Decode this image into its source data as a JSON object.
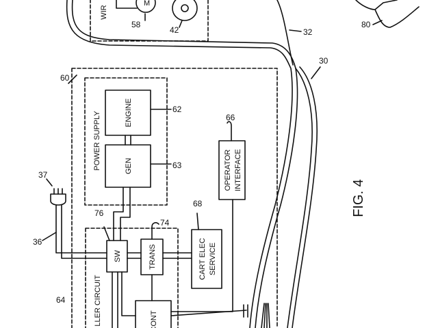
{
  "figure": {
    "caption": "FIG. 4",
    "labels": {
      "power_supply": "POWER SUPPLY",
      "engine": "ENGINE",
      "gen": "GEN",
      "operator_interface_line1": "OPERATOR",
      "operator_interface_line2": "INTERFACE",
      "cart_elec_line1": "CART ELEC",
      "cart_elec_line2": "SERVICE",
      "sw": "SW",
      "trans": "TRANS",
      "cont": "CONT",
      "controller_circuit": "LLER CIRCUIT",
      "wire_partial": "WIR"
    },
    "refs": {
      "r30": "30",
      "r32": "32",
      "r36": "36",
      "r37": "37",
      "r42": "42",
      "r58": "58",
      "r60": "60",
      "r62": "62",
      "r63": "63",
      "r64": "64",
      "r66": "66",
      "r68": "68",
      "r74": "74",
      "r76": "76",
      "r80": "80",
      "motor_partial": "M"
    }
  }
}
